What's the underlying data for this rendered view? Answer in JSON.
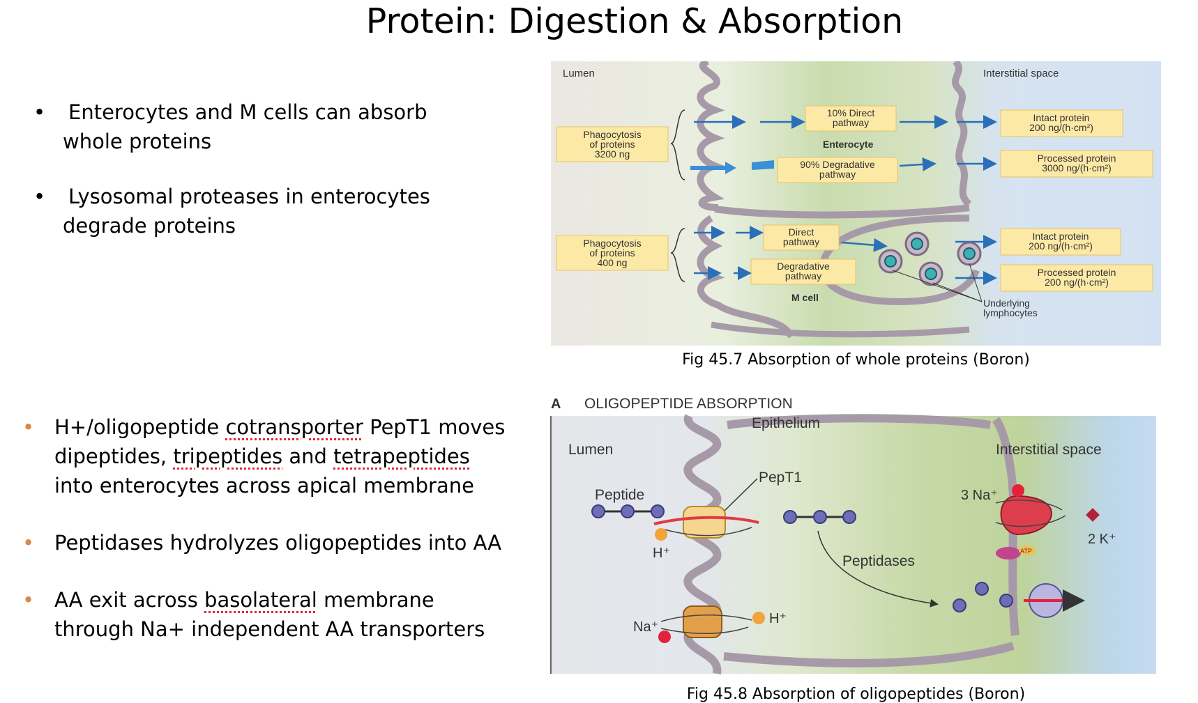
{
  "title": "Protein: Digestion & Absorption",
  "top_bullets": [
    {
      "line1": "Enterocytes and M cells can absorb",
      "line2": "whole proteins"
    },
    {
      "line1": "Lysosomal proteases in enterocytes",
      "line2": "degrade proteins"
    }
  ],
  "bottom_bullets": {
    "b1": {
      "p1": "H+/oligopeptide ",
      "w1": "cotransporter",
      "p2": " PepT1 moves",
      "p3": "dipeptides, ",
      "w2": "tripeptides",
      "p4": " and ",
      "w3": "tetrapeptides",
      "p5": "into enterocytes across apical membrane"
    },
    "b2": {
      "text": "Peptidases hydrolyzes oligopeptides into AA"
    },
    "b3": {
      "p1": "AA exit across ",
      "w1": "basolateral",
      "p2": " membrane",
      "p3": "through Na+ independent AA  transporters"
    }
  },
  "fig1": {
    "caption": "Fig 45.7 Absorption of whole proteins (Boron)",
    "lumen": "Lumen",
    "interstitial": "Interstitial space",
    "enterocyte": "Enterocyte",
    "mcell": "M cell",
    "phago1": [
      "Phagocytosis",
      "of proteins",
      "3200 ng"
    ],
    "phago2": [
      "Phagocytosis",
      "of proteins",
      "400 ng"
    ],
    "direct10": [
      "10% Direct",
      "pathway"
    ],
    "degr90": [
      "90% Degradative",
      "pathway"
    ],
    "direct": [
      "Direct",
      "pathway"
    ],
    "degr": [
      "Degradative",
      "pathway"
    ],
    "out1": [
      "Intact protein",
      "200 ng/(h·cm²)"
    ],
    "out2": [
      "Processed protein",
      "3000 ng/(h·cm²)"
    ],
    "out3": [
      "Intact protein",
      "200 ng/(h·cm²)"
    ],
    "out4": [
      "Processed protein",
      "200 ng/(h·cm²)"
    ],
    "lymph": [
      "Underlying",
      "lymphocytes"
    ]
  },
  "fig2": {
    "caption": "Fig 45.8 Absorption of oligopeptides (Boron)",
    "panel_letter": "A",
    "panel_title": "OLIGOPEPTIDE ABSORPTION",
    "epithelium": "Epithelium",
    "lumen": "Lumen",
    "interstitial": "Interstitial space",
    "pept1": "PepT1",
    "peptide": "Peptide",
    "h_plus": "H⁺",
    "na_plus": "Na⁺",
    "h_plus2": "H⁺",
    "na3": "3 Na⁺",
    "k2": "2 K⁺",
    "atp": "ATP",
    "peptidases": "Peptidases"
  },
  "colors": {
    "bullet_orange": "#d9884b",
    "spell_underline": "#dd2233",
    "box_fill": "#fde9a6",
    "arrow_blue": "#3a8fd6"
  }
}
